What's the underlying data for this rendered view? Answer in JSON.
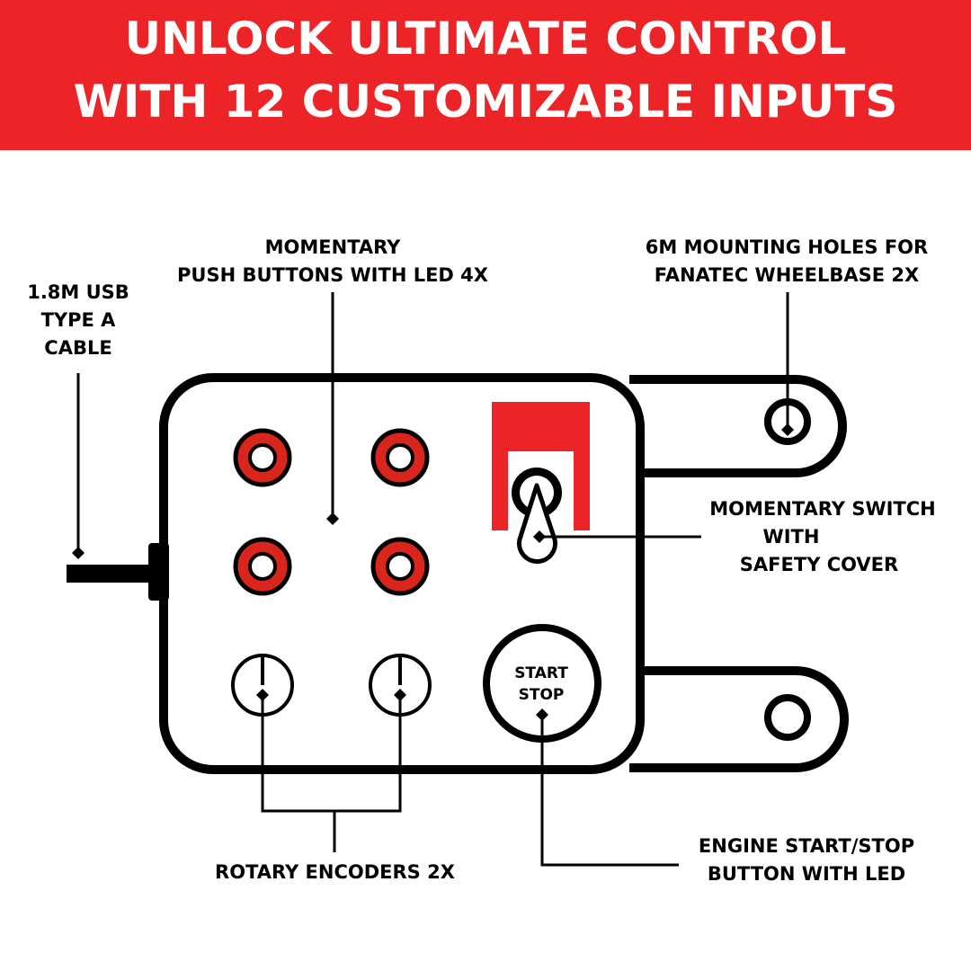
{
  "title": {
    "line1": "UNLOCK ULTIMATE CONTROL",
    "line2": "WITH 12 CUSTOMIZABLE INPUTS"
  },
  "labels": {
    "usb": [
      "1.8M USB",
      "TYPE A",
      "CABLE"
    ],
    "push": [
      "MOMENTARY",
      "PUSH BUTTONS WITH LED 4X"
    ],
    "mount": [
      "6M MOUNTING HOLES FOR",
      "FANATEC WHEELBASE 2X"
    ],
    "switch": [
      "MOMENTARY SWITCH",
      "WITH",
      "SAFETY COVER"
    ],
    "engine": [
      "ENGINE START/STOP",
      "BUTTON WITH LED"
    ],
    "rotary": "ROTARY ENCODERS 2X"
  },
  "start_stop": {
    "line1": "START",
    "line2": "STOP"
  },
  "colors": {
    "red": "#ec2428",
    "outline": "#000000"
  }
}
